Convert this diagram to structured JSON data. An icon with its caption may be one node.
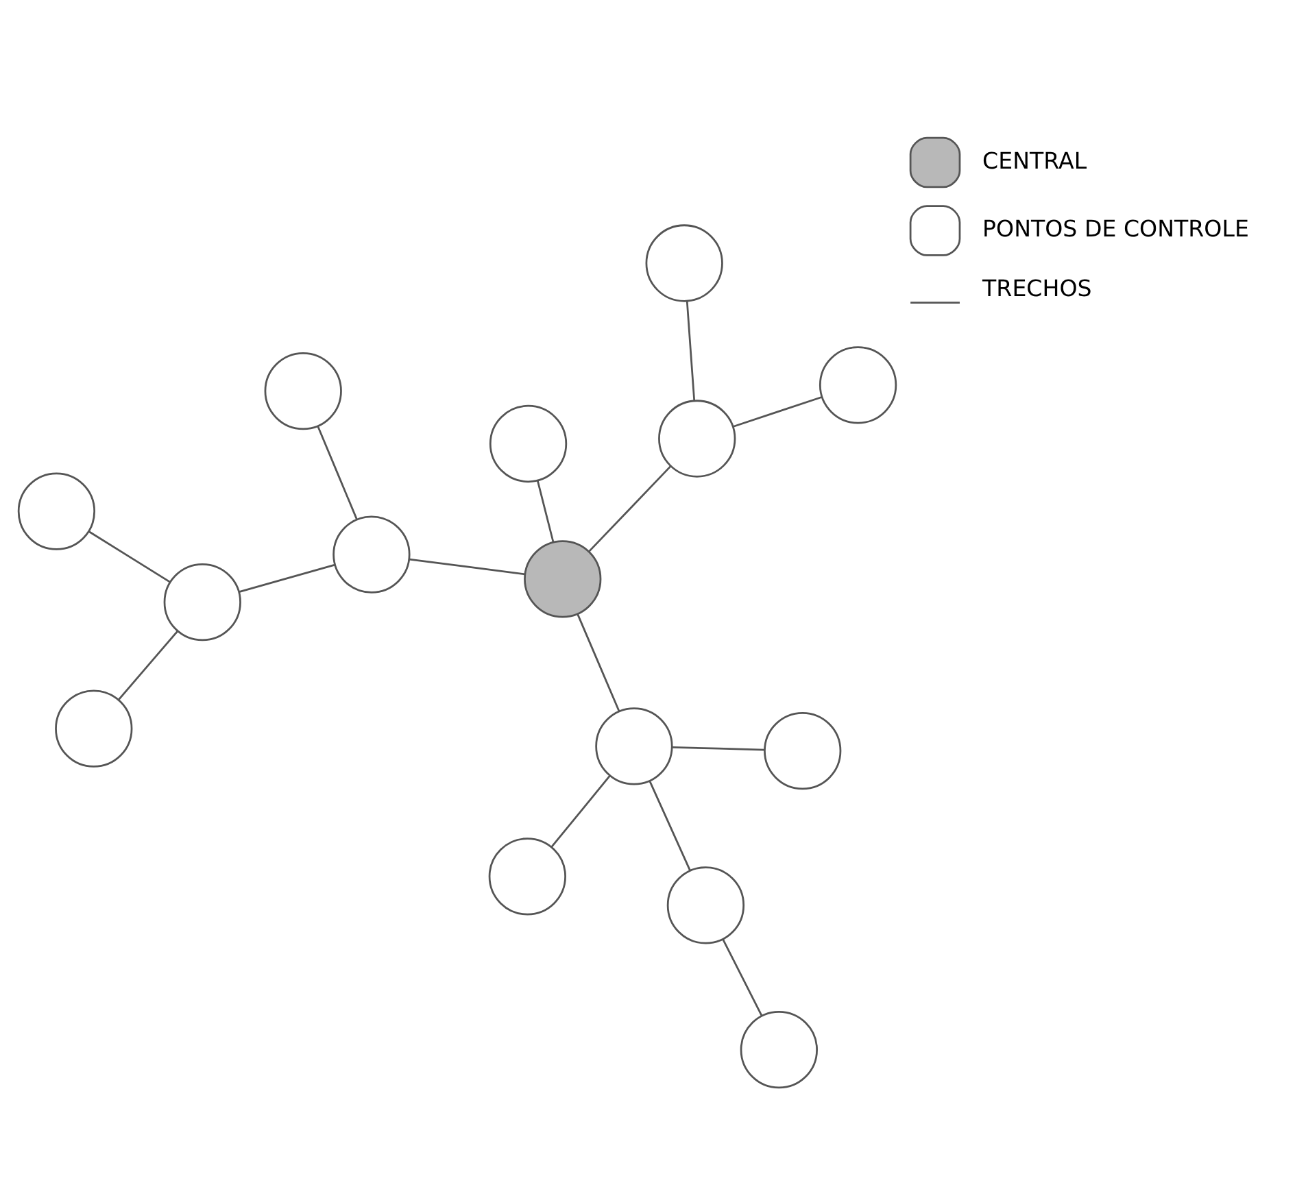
{
  "diagram": {
    "nodes": [
      {
        "text": [],
        "shape": "circle"
      },
      {
        "text": [],
        "shape": "circle"
      },
      {
        "text": [],
        "shape": "circle"
      },
      {
        "text": [],
        "shape": "circle"
      },
      {
        "text": [],
        "shape": "circle"
      },
      {
        "text": [],
        "shape": "circle"
      },
      {
        "text": [],
        "shape": "circle"
      },
      {
        "text": [],
        "shape": "circle"
      },
      {
        "text": [],
        "shape": "circle"
      },
      {
        "text": [],
        "shape": "circle"
      },
      {
        "text": [],
        "shape": "circle"
      },
      {
        "text": [],
        "shape": "circle"
      },
      {
        "text": [],
        "shape": "circle"
      },
      {
        "text": [],
        "shape": "circle"
      },
      {
        "text": [],
        "shape": "circle"
      }
    ],
    "edges": [
      {
        "from": 0,
        "to": 4,
        "arrow": "none"
      },
      {
        "from": 6,
        "to": 4,
        "arrow": "none"
      },
      {
        "from": 4,
        "to": 7,
        "arrow": "none"
      },
      {
        "from": 7,
        "to": 8,
        "arrow": "none"
      },
      {
        "from": 7,
        "to": 11,
        "arrow": "none"
      },
      {
        "from": 3,
        "to": 8,
        "arrow": "none"
      },
      {
        "from": 8,
        "to": 5,
        "arrow": "none"
      },
      {
        "from": 5,
        "to": 2,
        "arrow": "none"
      },
      {
        "from": 2,
        "to": 1,
        "arrow": "none"
      },
      {
        "from": 5,
        "to": 9,
        "arrow": "none"
      },
      {
        "from": 5,
        "to": 10,
        "arrow": "none"
      },
      {
        "from": 8,
        "to": 12,
        "arrow": "none"
      },
      {
        "from": 12,
        "to": 13,
        "arrow": "none"
      },
      {
        "from": 12,
        "to": 14,
        "arrow": "none"
      }
    ],
    "legend": [
      {
        "text": "CENTRAL",
        "color": "#b8b8b8"
      },
      {
        "text": "PONTOS DE CONTROLE"
      },
      {
        "text": "TRECHOS"
      }
    ]
  }
}
